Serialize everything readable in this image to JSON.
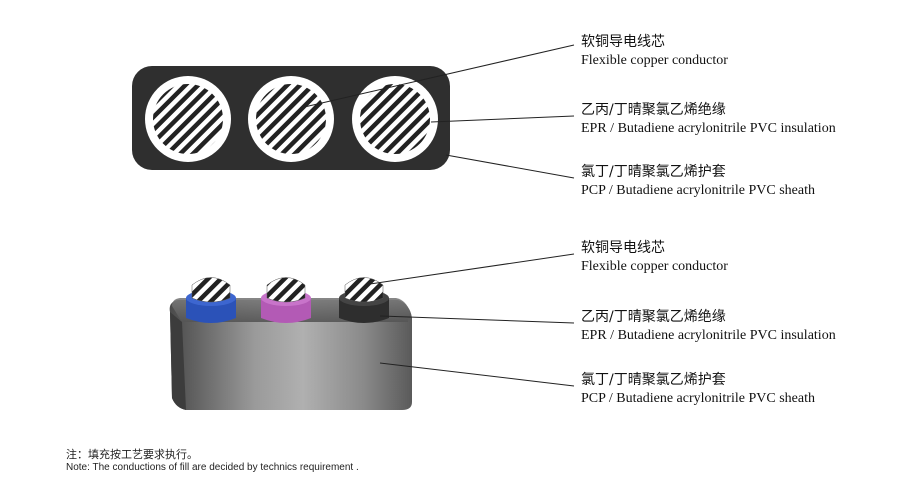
{
  "section_top": {
    "labels": [
      {
        "zh": "软铜导电线芯",
        "en": "Flexible copper conductor"
      },
      {
        "zh": "乙丙/丁晴聚氯乙烯绝缘",
        "en": "EPR / Butadiene acrylonitrile  PVC  insulation"
      },
      {
        "zh": "氯丁/丁晴聚氯乙烯护套",
        "en": "PCP / Butadiene acrylonitrile  PVC sheath"
      }
    ]
  },
  "section_bottom": {
    "labels": [
      {
        "zh": "软铜导电线芯",
        "en": "Flexible copper conductor"
      },
      {
        "zh": "乙丙/丁晴聚氯乙烯绝缘",
        "en": "EPR / Butadiene acrylonitrile  PVC  insulation"
      },
      {
        "zh": "氯丁/丁晴聚氯乙烯护套",
        "en": "PCP / Butadiene acrylonitrile  PVC sheath"
      }
    ],
    "core_colors": [
      "#2b52b8",
      "#b35ab5",
      "#2e2e2e"
    ]
  },
  "note": {
    "zh": "注：填充按工艺要求执行。",
    "en": "Note: The conductions of fill are decided by technics requirement ."
  },
  "colors": {
    "sheath": "#2f2f2f",
    "insulation": "#ffffff",
    "conductor_stripe": "#222222"
  }
}
